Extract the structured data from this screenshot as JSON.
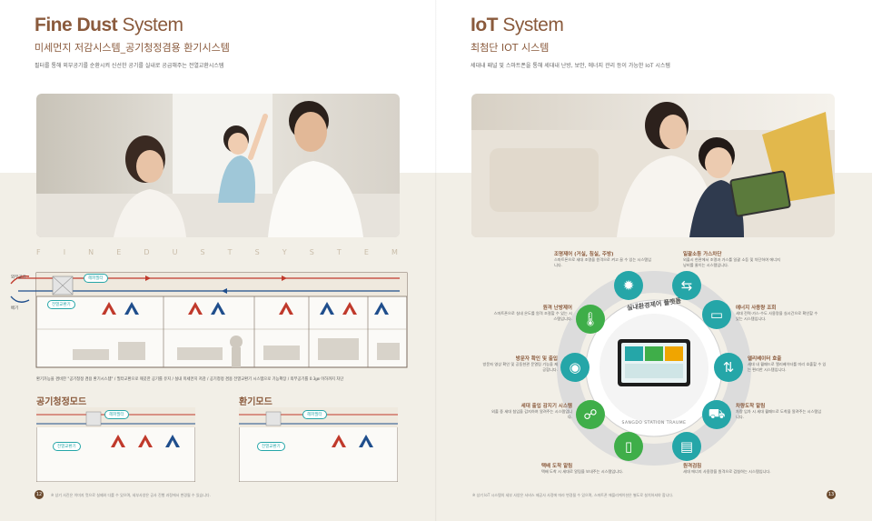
{
  "left": {
    "title_bold": "Fine Dust",
    "title_rest": " System",
    "subtitle": "미세먼지 저감시스템_공기청정겸용 환기시스템",
    "description": "필터를 통해 외부공기를 순환시켜 신선한 공기를 실내로 공급해주는 전열교환시스템",
    "letters": [
      "F",
      "I",
      "N",
      "E",
      "D",
      "U",
      "S",
      "T",
      "S",
      "Y",
      "S",
      "T",
      "E",
      "M"
    ],
    "diagram": {
      "outside_label": "외부공기",
      "exhaust_label": "배기",
      "filter_label": "헤파필터",
      "exchanger_label": "전열교환기"
    },
    "caption": "환기가능을 겸비한 \"공기청정 겸용 환기시스템\" / 필터교환으로 깨끗한 공기를 유지 / 실내 미세먼지 저감 / 공기청정 겸용 전열교환기 시스템으로 기능확장 / 외부공기를 0.3㎛ 이하까지 차단",
    "mode1": "공기청정모드",
    "mode2": "환기모드",
    "footer": "※ 상기 사진은 이미지 컷으로 실제와 다를 수 있으며, 세부사양은 공사 진행 과정에서 변경될 수 있습니다.",
    "page": "12"
  },
  "right": {
    "title_bold": "IoT",
    "title_rest": " System",
    "subtitle": "최첨단 IOT 시스템",
    "description": "세대내 패널 및 스마트폰을 통해 세대내 난방, 보안, 에너지 관리 등이 가능한 IoT 시스템",
    "center_label": "실내환경제어 플랫폼",
    "center_bottom": "SANGDO STATION TRAUME",
    "features": [
      {
        "title": "조명제어 (거실, 침실, 주방)",
        "desc": "스마트폰으로 세대 조명을 원격으로 켜고 끌 수 있는 시스템입니다."
      },
      {
        "title": "일괄소등 가스차단",
        "desc": "외출시 현관에서 조명과 가스를 일괄 소등 및 차단하여 에너지 낭비를 줄이는 시스템입니다."
      },
      {
        "title": "원격 난방제어",
        "desc": "스마트폰으로 실내 온도를 원격 조절할 수 있는 시스템입니다."
      },
      {
        "title": "에너지 사용량 조회",
        "desc": "세대 전력·가스·수도 사용량을 실시간으로 확인할 수 있는 시스템입니다."
      },
      {
        "title": "엘리베이터 호출",
        "desc": "세대 내 월패드로 엘리베이터를 미리 호출할 수 있는 편리한 시스템입니다."
      },
      {
        "title": "차량도착 알림",
        "desc": "차량 입차 시 세대 월패드로 도착을 알려주는 시스템입니다."
      },
      {
        "title": "원격검침",
        "desc": "세대 에너지 사용량을 원격으로 검침하는 시스템입니다."
      },
      {
        "title": "방문자 확인 및 출입",
        "desc": "방문자 영상 확인 및 공동현관 문열림 기능을 제공합니다."
      },
      {
        "title": "세대 출입 감지기 시스템",
        "desc": "외출 중 세대 침입을 감지하여 알려주는 시스템입니다."
      },
      {
        "title": "택배 도착 알림",
        "desc": "택배 도착 시 세대로 알림을 보내주는 시스템입니다."
      }
    ],
    "footer": "※ 상기 IoT 시스템의 세부 사양은 서비스 제공사 사정에 따라 변경될 수 있으며, 스마트폰 애플리케이션은 별도로 설치하셔야 합니다.",
    "page": "13"
  },
  "colors": {
    "brown": "#8a5a3c",
    "teal": "#25a6a8",
    "green": "#3fae49",
    "beige": "#f2efe7"
  }
}
